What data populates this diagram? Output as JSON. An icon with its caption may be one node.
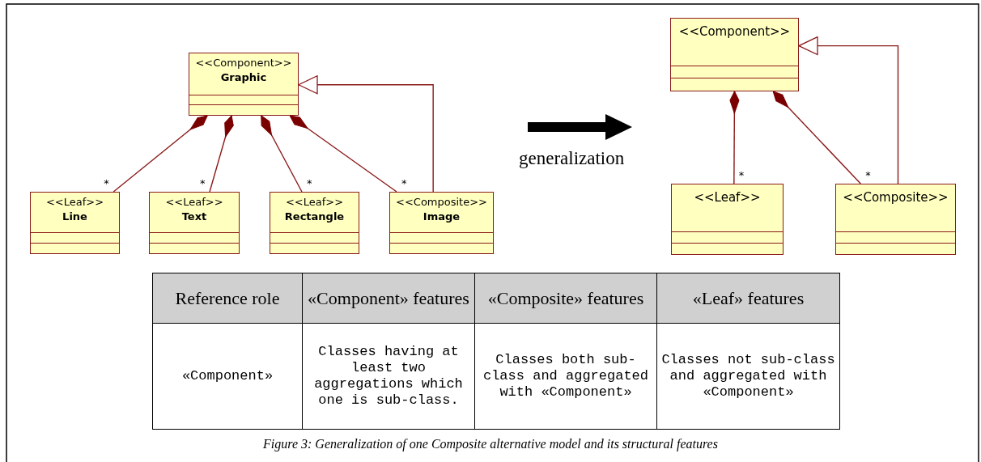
{
  "diagram": {
    "caption": "Figure 3: Generalization of one Composite alternative model and its structural features",
    "nodes": [
      {
        "text": [
          "<<Component>>",
          "Graphic"
        ]
      },
      {
        "text": [
          "<<Leaf>>",
          "Line"
        ]
      },
      {
        "text": [
          "<<Leaf>>",
          "Text"
        ]
      },
      {
        "text": [
          "<<Leaf>>",
          "Rectangle"
        ]
      },
      {
        "text": [
          "<<Composite>>",
          "Image"
        ]
      },
      {
        "text": [
          "<<Component>>"
        ]
      },
      {
        "text": [
          "<<Leaf>>"
        ]
      },
      {
        "text": [
          "<<Composite>>"
        ]
      }
    ],
    "edges": [
      {
        "from": 0,
        "to": 1,
        "arrow": "other",
        "label": "*"
      },
      {
        "from": 0,
        "to": 2,
        "arrow": "other",
        "label": "*"
      },
      {
        "from": 0,
        "to": 3,
        "arrow": "other",
        "label": "*"
      },
      {
        "from": 0,
        "to": 4,
        "arrow": "other",
        "label": "*"
      },
      {
        "from": 4,
        "to": 0,
        "arrow": "to"
      },
      {
        "from": 5,
        "to": 6,
        "arrow": "other",
        "label": "*"
      },
      {
        "from": 5,
        "to": 7,
        "arrow": "other",
        "label": "*"
      },
      {
        "from": 7,
        "to": 5,
        "arrow": "to"
      }
    ],
    "labels": [
      "generalization",
      "Reference role",
      "«Component» features",
      "«Composite» features",
      "«Leaf» features",
      "«Component»",
      "Classes having at least two aggregations which one is sub-class.",
      "Classes both sub-class and aggregated with «Component»",
      "Classes not sub-class and aggregated with «Component»"
    ]
  }
}
